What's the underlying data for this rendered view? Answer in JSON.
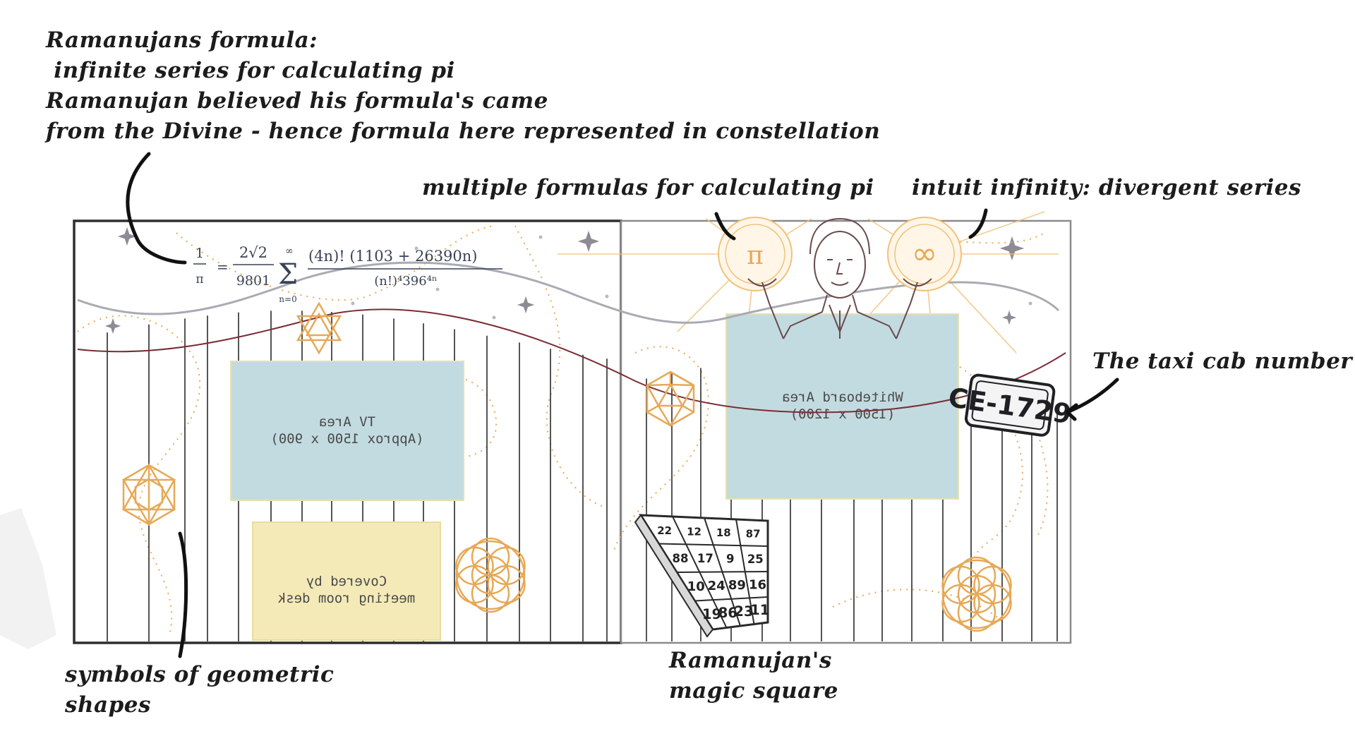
{
  "annotations": {
    "ramanujan_formula": "Ramanujans formula:\n infinite series for calculating pi\nRamanujan believed his formula's came\nfrom the Divine - hence formula here represented in constellation",
    "multiple_formulas": "multiple formulas for calculating pi",
    "intuit_infinity": "intuit infinity: divergent series",
    "taxi_cab": "The taxi cab number",
    "geometric_shapes": "symbols of geometric\nshapes",
    "magic_square": "Ramanujan's\nmagic square"
  },
  "zones": {
    "tv_area": {
      "line1": "TV Area",
      "line2": "(Approx 1500 x 900)"
    },
    "whiteboard_area": {
      "line1": "Whiteboard Area",
      "line2": "(1500 x 1200)"
    },
    "desk_area": {
      "line1": "Covered by",
      "line2": "meeting room desk"
    }
  },
  "formula": {
    "lhs_num": "1",
    "lhs_den": "π",
    "coef_num": "2√2",
    "coef_den": "9801",
    "sum_top": "∞",
    "sum_bottom": "n=0",
    "term_num": "(4n)! (1103 + 26390n)",
    "term_den": "(n!)⁴396⁴ⁿ"
  },
  "symbols": {
    "pi": "π",
    "infinity": "∞"
  },
  "taxi_plate": "CE-1729",
  "magic_square_cells": [
    [
      "22",
      "12",
      "18",
      "87"
    ],
    [
      "88",
      "17",
      "9",
      "25"
    ],
    [
      "10",
      "24",
      "89",
      "16"
    ],
    [
      "19",
      "86",
      "23",
      "11"
    ]
  ],
  "colors": {
    "wall_frame": "#2e2e2e",
    "stripes": "#2a2a2a",
    "tv_fill": "#c2dbe0",
    "whiteboard_fill": "#c2dbe0",
    "desk_fill": "#f4eab8",
    "gold": "#e6a957",
    "wave_maroon": "#7a2c36",
    "wave_grey": "#a9abb3"
  }
}
